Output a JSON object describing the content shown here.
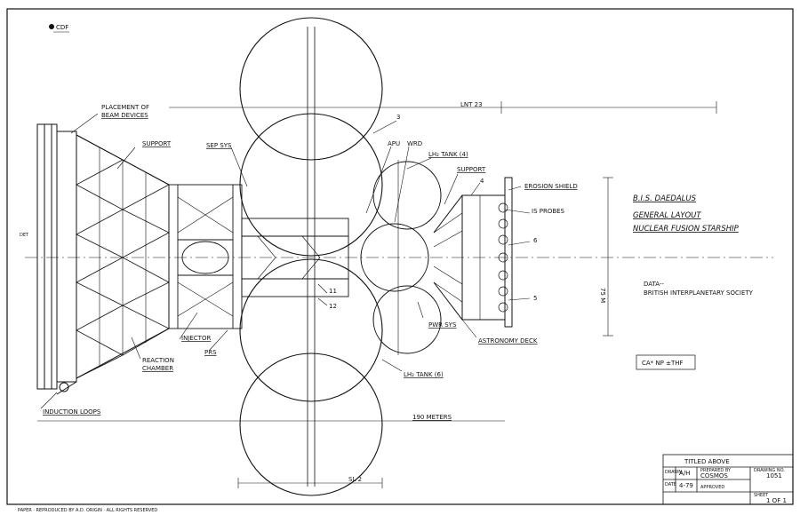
{
  "drawing": {
    "corner_mark": "CDF",
    "title_lines": [
      "B.I.S. DAEDALUS",
      "GENERAL LAYOUT",
      "NUCLEAR FUSION STARSHIP"
    ],
    "data_label": "DATA--",
    "data_source": "BRITISH INTERPLANETARY SOCIETY",
    "credit_box": "CA*  NP ±THF"
  },
  "labels": {
    "placement": "PLACEMENT OF",
    "beam_devices": "BEAM DEVICES",
    "support_left": "SUPPORT",
    "sep_sys": "SEP SYS",
    "apu": "APU",
    "wrd": "WRD",
    "lh2_tank_4": "LH₂ TANK (4)",
    "support_right": "SUPPORT",
    "erosion_shield": "EROSION SHIELD",
    "is_probes": "IS PROBES",
    "injector": "INJECTOR",
    "prs": "PRS",
    "reaction": "REACTION",
    "chamber": "CHAMBER",
    "induction_loops": "INDUCTION LOOPS",
    "pwr_sys": "PWR SYS",
    "astronomy_deck": "ASTRONOMY DECK",
    "lh2_tank_6": "LH₂ TANK (6)",
    "det": "DET",
    "n3": "3",
    "n4": "4",
    "n5": "5",
    "n6": "6",
    "n11": "11",
    "n12": "12"
  },
  "dimensions": {
    "lnt": "LNT 23",
    "height": "75 M",
    "length": "190 METERS",
    "sl": "SL 2"
  },
  "title_block": {
    "title": "TITLED ABOVE",
    "drawn_label": "DRAWN",
    "drawn_value": "A/H",
    "date_label": "DATE",
    "date_value": "4-79",
    "prepared_label": "PREPARED BY",
    "prepared_value": "COSMOS",
    "approved_label": "APPROVED",
    "dwg_label": "DRAWING NO.",
    "dwg_value": "1051",
    "sheet_label": "SHEET",
    "sheet_value": "1 OF 1"
  },
  "footer_note": "PAPER · REPRODUCED BY A.D. ORIGIN · ALL RIGHTS RESERVED"
}
